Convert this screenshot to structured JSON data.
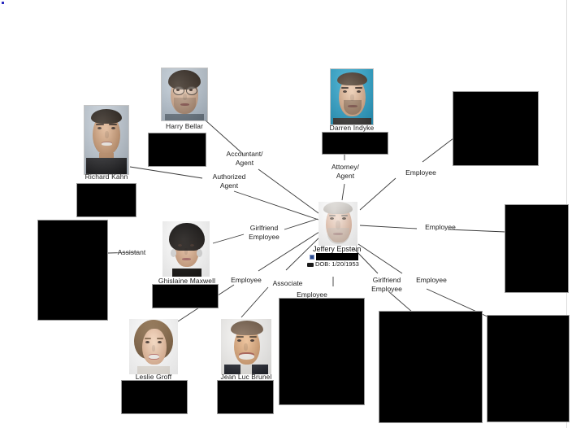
{
  "document": {
    "type": "link-analysis-chart",
    "background_color": "#ffffff",
    "redaction_color": "#000000"
  },
  "subject": {
    "name": "Jeffery Epstein",
    "redacted_field_label": "",
    "dob_text": "DOB: 1/20/1953",
    "dob_value": "1/20/1953"
  },
  "nodes": [
    {
      "id": "richard-kahn",
      "label": "Richard Kahn",
      "has_photo": true,
      "redacted": true
    },
    {
      "id": "harry-bellar",
      "label": "Harry Bellar",
      "has_photo": true,
      "redacted": true
    },
    {
      "id": "darren-indyke",
      "label": "Darren Indyke",
      "has_photo": true,
      "redacted": true
    },
    {
      "id": "ghislaine-maxwell",
      "label": "Ghislaine Maxwell",
      "has_photo": true,
      "redacted": true
    },
    {
      "id": "leslie-groff",
      "label": "Leslie Groff",
      "has_photo": true,
      "redacted": true
    },
    {
      "id": "jean-luc-brunel",
      "label": "Jean Luc Brunel",
      "has_photo": true,
      "redacted": true
    },
    {
      "id": "redacted-node-1",
      "label": "",
      "has_photo": false,
      "redacted": true
    },
    {
      "id": "redacted-node-2",
      "label": "",
      "has_photo": false,
      "redacted": true
    },
    {
      "id": "redacted-node-3",
      "label": "",
      "has_photo": false,
      "redacted": true
    },
    {
      "id": "redacted-node-4",
      "label": "",
      "has_photo": false,
      "redacted": true
    },
    {
      "id": "redacted-node-5",
      "label": "",
      "has_photo": false,
      "redacted": true
    },
    {
      "id": "redacted-node-6",
      "label": "",
      "has_photo": false,
      "redacted": true
    }
  ],
  "edge_labels": {
    "accountant_agent": "Accountant/\nAgent",
    "accountant_agent_l1": "Accountant/",
    "accountant_agent_l2": "Agent",
    "authorized_agent_l1": "Authorized",
    "authorized_agent_l2": "Agent",
    "attorney_agent_l1": "Attorney/",
    "attorney_agent_l2": "Agent",
    "employee_top_right": "Employee",
    "employee_right": "Employee",
    "girlfriend_employee_left_l1": "Girlfriend",
    "girlfriend_employee_left_l2": "Employee",
    "assistant": "Assistant",
    "employee_mid_left": "Employee",
    "associate": "Associate",
    "employee_bottom_center": "Employee",
    "girlfriend_employee_right_l1": "Girlfriend",
    "girlfriend_employee_right_l2": "Employee",
    "employee_bottom_right": "Employee"
  },
  "relationships": [
    {
      "from": "harry-bellar",
      "to": "subject",
      "type": "Accountant/Agent"
    },
    {
      "from": "richard-kahn",
      "to": "subject",
      "type": "Authorized Agent"
    },
    {
      "from": "darren-indyke",
      "to": "subject",
      "type": "Attorney/Agent"
    },
    {
      "from": "redacted-node-1",
      "to": "subject",
      "type": "Employee"
    },
    {
      "from": "redacted-node-2",
      "to": "subject",
      "type": "Employee"
    },
    {
      "from": "ghislaine-maxwell",
      "to": "subject",
      "type": "Girlfriend / Employee"
    },
    {
      "from": "redacted-node-3",
      "to": "ghislaine-maxwell",
      "type": "Assistant"
    },
    {
      "from": "leslie-groff",
      "to": "subject",
      "type": "Employee"
    },
    {
      "from": "jean-luc-brunel",
      "to": "subject",
      "type": "Associate"
    },
    {
      "from": "redacted-node-4",
      "to": "subject",
      "type": "Employee"
    },
    {
      "from": "redacted-node-5",
      "to": "subject",
      "type": "Girlfriend / Employee"
    },
    {
      "from": "redacted-node-6",
      "to": "subject",
      "type": "Employee"
    }
  ]
}
